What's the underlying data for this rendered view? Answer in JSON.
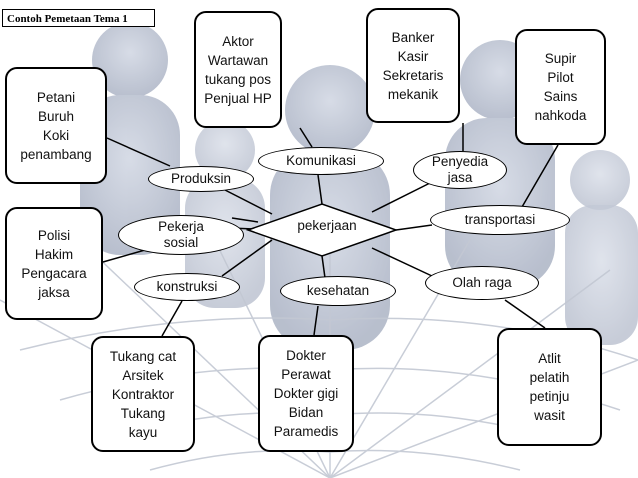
{
  "title": "Contoh Pemetaan Tema 1",
  "center": "pekerjaan",
  "categories": {
    "produksin": "Produksin",
    "komunikasi": "Komunikasi",
    "penyedia": "Penyedia\njasa",
    "pekerja": "Pekerja\nsosial",
    "transportasi": "transportasi",
    "konstruksi": "konstruksi",
    "kesehatan": "kesehatan",
    "olahraga": "Olah raga"
  },
  "boxes": {
    "petani": [
      "Petani",
      "Buruh",
      "Koki",
      "penambang"
    ],
    "aktor": [
      "Aktor",
      "Wartawan",
      "tukang pos",
      "Penjual HP"
    ],
    "banker": [
      "Banker",
      "Kasir",
      "Sekretaris",
      "mekanik"
    ],
    "supir": [
      "Supir",
      "Pilot",
      "Sains",
      "nahkoda"
    ],
    "polisi": [
      "Polisi",
      "Hakim",
      "Pengacara",
      "jaksa"
    ],
    "tukang": [
      "Tukang cat",
      "Arsitek",
      "Kontraktor",
      "Tukang",
      "kayu"
    ],
    "dokter": [
      "Dokter",
      "Perawat",
      "Dokter gigi",
      "Bidan",
      "Paramedis"
    ],
    "atlit": [
      "Atlit",
      "pelatih",
      "petinju",
      "wasit"
    ]
  },
  "colors": {
    "line": "#000000",
    "background_silhouette": "#8f9bb4",
    "web": "#c8ccd6"
  }
}
